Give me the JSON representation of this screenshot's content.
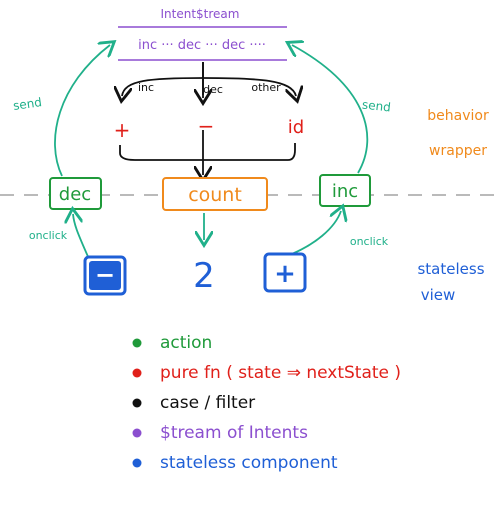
{
  "colors": {
    "purple": "#8b4fcf",
    "green": "#20b08a",
    "action_green": "#1f9a3a",
    "red": "#e0201a",
    "black": "#111111",
    "orange": "#f08a1c",
    "blue": "#1f5fd6",
    "gray": "#b0b0b0"
  },
  "stream": {
    "title": "Intent$tream",
    "content": "inc ··· dec ··· dec ····"
  },
  "cases": {
    "inc": "inc",
    "dec": "dec",
    "other": "other"
  },
  "fns": {
    "plus": "+",
    "minus": "−",
    "id": "id"
  },
  "nodes": {
    "dec": "dec",
    "count": "count",
    "inc": "inc"
  },
  "edge_labels": {
    "send_left": "send",
    "send_right": "send",
    "onclick_left": "onclick",
    "onclick_right": "onclick"
  },
  "side_labels": {
    "behavior": "behavior",
    "wrapper": "wrapper",
    "stateless": "stateless",
    "view": "view"
  },
  "view": {
    "minus_button": "−",
    "value": "2",
    "plus_button": "+"
  },
  "legend": [
    {
      "text": "action",
      "color": "#1f9a3a"
    },
    {
      "text": "pure fn ( state ⇒ nextState )",
      "color": "#e0201a"
    },
    {
      "text": "case / filter",
      "color": "#111111"
    },
    {
      "text": "$tream of Intents",
      "color": "#8b4fcf"
    },
    {
      "text": "stateless component",
      "color": "#1f5fd6"
    }
  ]
}
